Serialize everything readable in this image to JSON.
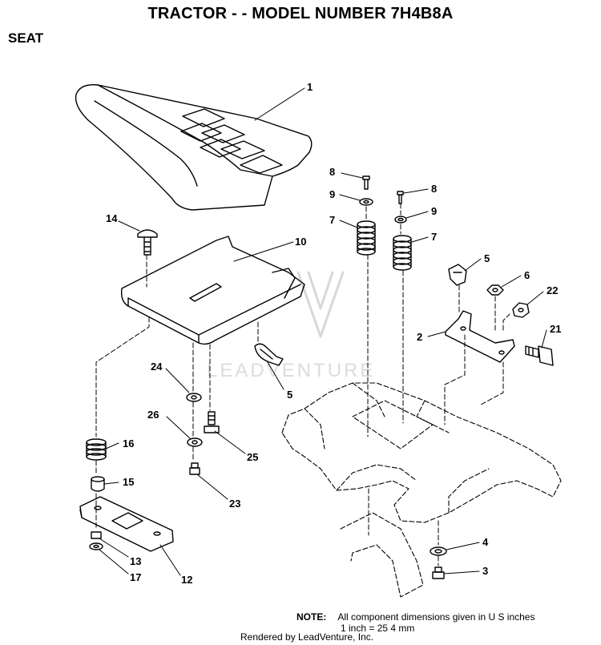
{
  "page_title": "TRACTOR - - MODEL NUMBER 7H4B8A",
  "section_title": "SEAT",
  "watermark": "LEADVENTURE",
  "note": {
    "label": "NOTE:",
    "line1": "All component dimensions given in U S inches",
    "line2": "1 inch = 25 4 mm"
  },
  "footer": "Rendered by LeadVenture, Inc.",
  "callouts": {
    "c1": "1",
    "c2": "2",
    "c3": "3",
    "c4": "4",
    "c5a": "5",
    "c5b": "5",
    "c6": "6",
    "c7a": "7",
    "c7b": "7",
    "c8a": "8",
    "c8b": "8",
    "c9a": "9",
    "c9b": "9",
    "c10": "10",
    "c12": "12",
    "c13": "13",
    "c14": "14",
    "c15": "15",
    "c16": "16",
    "c17": "17",
    "c21": "21",
    "c22": "22",
    "c23": "23",
    "c24": "24",
    "c25": "25",
    "c26": "26"
  }
}
